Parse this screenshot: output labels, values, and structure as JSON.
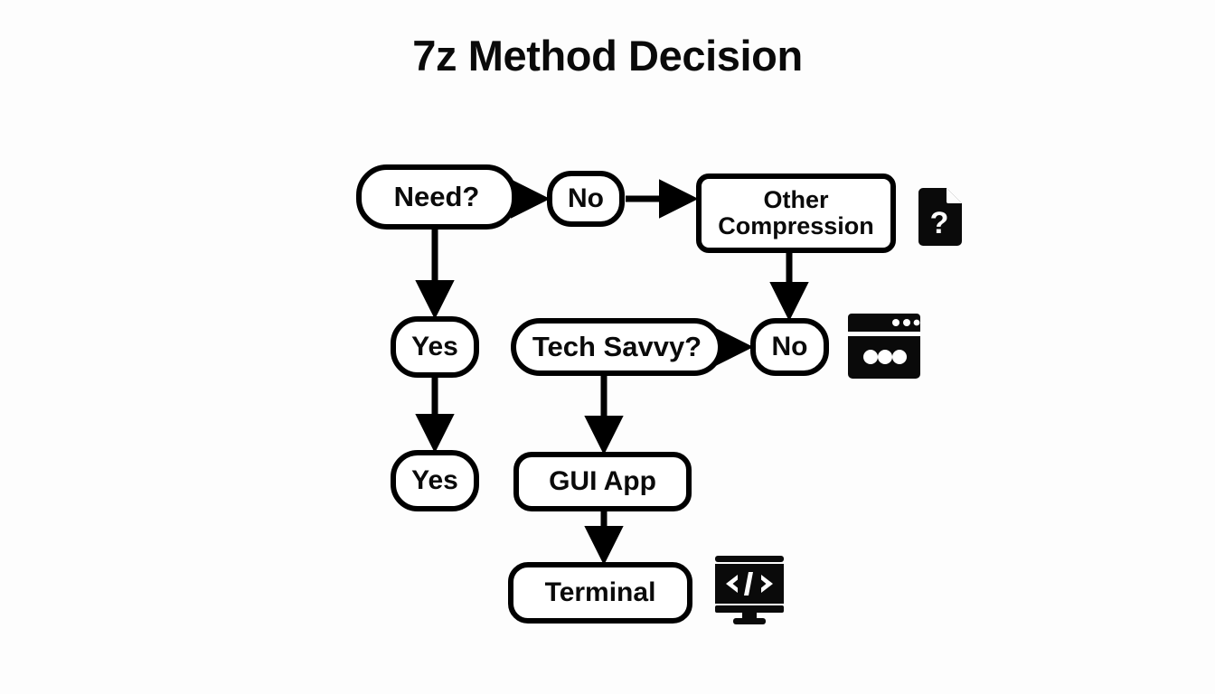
{
  "page": {
    "title": "7z Method Decision",
    "background_color": "#fdfdfd",
    "stroke_color": "#000000",
    "text_color": "#0a0a0a",
    "node_fill": "#ffffff"
  },
  "diagram": {
    "type": "flowchart",
    "nodes": [
      {
        "id": "need",
        "label": "Need?",
        "shape": "pill",
        "row": 1
      },
      {
        "id": "no1",
        "label": "No",
        "shape": "rounded-rect",
        "row": 1
      },
      {
        "id": "other",
        "label": "Other\nCompression",
        "shape": "rounded-rect",
        "row": 1
      },
      {
        "id": "yes1",
        "label": "Yes",
        "shape": "pill",
        "row": 2
      },
      {
        "id": "tech",
        "label": "Tech Savvy?",
        "shape": "pill",
        "row": 2
      },
      {
        "id": "no2",
        "label": "No",
        "shape": "rounded-rect",
        "row": 2
      },
      {
        "id": "yes2",
        "label": "Yes",
        "shape": "pill",
        "row": 3
      },
      {
        "id": "gui",
        "label": "GUI App",
        "shape": "rounded-rect",
        "row": 3
      },
      {
        "id": "terminal",
        "label": "Terminal",
        "shape": "rounded-rect",
        "row": 4
      }
    ],
    "edges": [
      {
        "from": "need",
        "to": "no1",
        "direction": "right"
      },
      {
        "from": "no1",
        "to": "other",
        "direction": "right"
      },
      {
        "from": "need",
        "to": "yes1",
        "direction": "down"
      },
      {
        "from": "other",
        "to": "no2",
        "direction": "down"
      },
      {
        "from": "tech",
        "to": "no2",
        "direction": "right"
      },
      {
        "from": "yes1",
        "to": "yes2",
        "direction": "down"
      },
      {
        "from": "tech",
        "to": "gui",
        "direction": "down"
      },
      {
        "from": "gui",
        "to": "terminal",
        "direction": "down"
      }
    ],
    "icons": [
      {
        "id": "file-question",
        "name": "file-question-icon",
        "description": "document with question mark",
        "glyph": "?"
      },
      {
        "id": "browser",
        "name": "browser-window-icon",
        "description": "application window with dots"
      },
      {
        "id": "monitor",
        "name": "monitor-code-icon",
        "description": "monitor showing code brackets",
        "glyph": "</>"
      }
    ]
  }
}
